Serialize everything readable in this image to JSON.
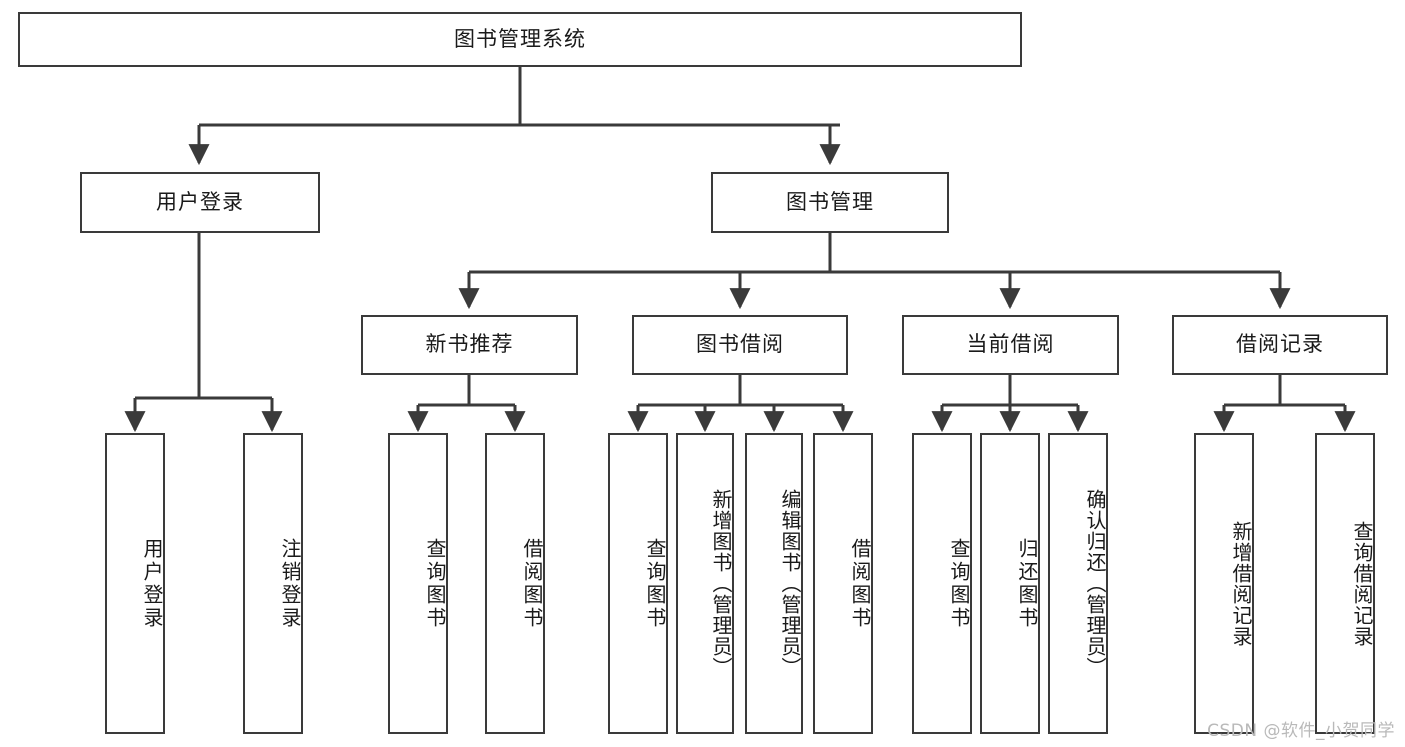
{
  "diagram": {
    "type": "tree-hierarchy-chart",
    "title_node": {
      "label": "图书管理系统"
    },
    "level2": [
      {
        "id": "user-login",
        "label": "用户登录"
      },
      {
        "id": "book-management",
        "label": "图书管理"
      }
    ],
    "level3": [
      {
        "id": "new-book-recommend",
        "label": "新书推荐"
      },
      {
        "id": "book-borrow",
        "label": "图书借阅"
      },
      {
        "id": "current-borrow",
        "label": "当前借阅"
      },
      {
        "id": "borrow-record",
        "label": "借阅记录"
      }
    ],
    "leaves": {
      "user_login": [
        {
          "id": "leaf-user-login",
          "label": "用户登录"
        },
        {
          "id": "leaf-logout-login",
          "label": "注销登录"
        }
      ],
      "new_book_recommend": [
        {
          "id": "leaf-query-book-1",
          "label": "查询图书"
        },
        {
          "id": "leaf-borrow-book-1",
          "label": "借阅图书"
        }
      ],
      "book_borrow": [
        {
          "id": "leaf-query-book-2",
          "label": "查询图书"
        },
        {
          "id": "leaf-add-book",
          "label": "新增图书（管理员）"
        },
        {
          "id": "leaf-edit-book",
          "label": "编辑图书（管理员）"
        },
        {
          "id": "leaf-borrow-book-2",
          "label": "借阅图书"
        }
      ],
      "current_borrow": [
        {
          "id": "leaf-query-book-3",
          "label": "查询图书"
        },
        {
          "id": "leaf-return-book",
          "label": "归还图书"
        },
        {
          "id": "leaf-confirm-return",
          "label": "确认归还（管理员）"
        }
      ],
      "borrow_record": [
        {
          "id": "leaf-add-borrow-record",
          "label": "新增借阅记录"
        },
        {
          "id": "leaf-query-borrow-record",
          "label": "查询借阅记录"
        }
      ]
    },
    "watermark": "CSDN @软件_小贺同学",
    "colors": {
      "stroke": "#3a3a3a",
      "fill": "#ffffff",
      "text": "#1a1a1a",
      "watermark": "#b9b9b9"
    }
  }
}
